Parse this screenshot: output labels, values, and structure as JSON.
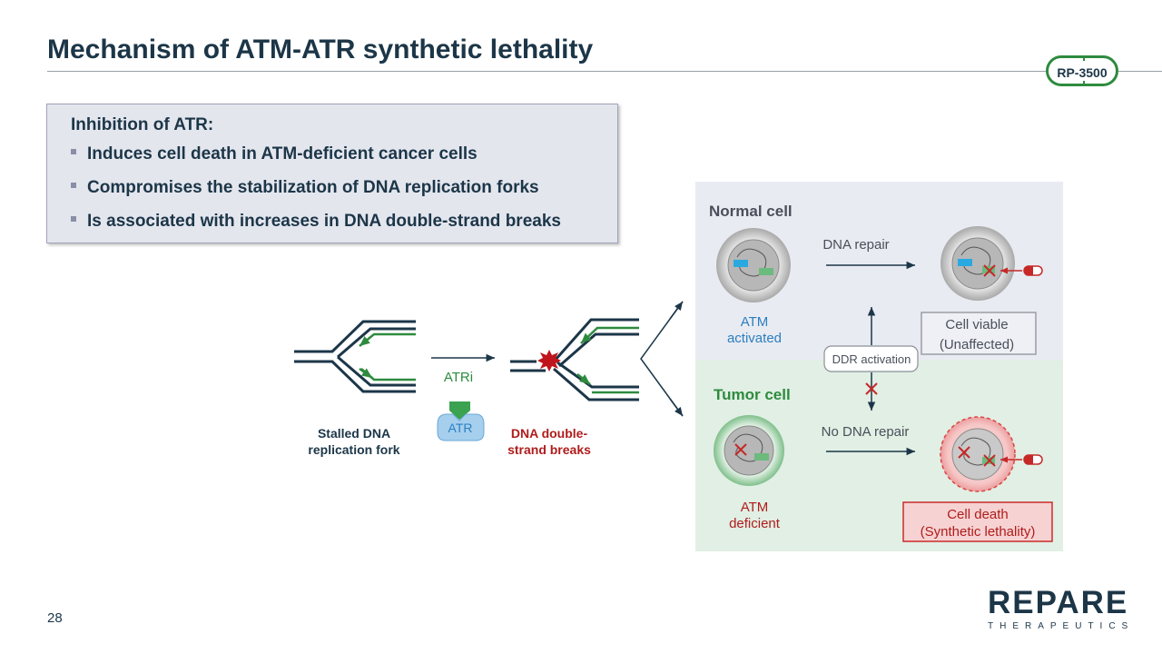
{
  "header": {
    "title": "Mechanism of ATM-ATR synthetic lethality",
    "badge": "RP-3500"
  },
  "summary": {
    "heading": "Inhibition of ATR:",
    "bullets": [
      "Induces cell death in ATM-deficient cancer cells",
      "Compromises the stabilization of DNA replication forks",
      "Is associated with increases in DNA double-strand breaks"
    ]
  },
  "diagram": {
    "stalled_fork_line1": "Stalled DNA",
    "stalled_fork_line2": "replication fork",
    "atri_label": "ATRi",
    "atr_label": "ATR",
    "dsb_line1": "DNA double-",
    "dsb_line2": "strand breaks",
    "normal": {
      "title": "Normal cell",
      "repair_label": "DNA repair",
      "atm_line1": "ATM",
      "atm_line2": "activated",
      "outcome_line1": "Cell viable",
      "outcome_line2": "(Unaffected)"
    },
    "ddr_label": "DDR activation",
    "tumor": {
      "title": "Tumor cell",
      "repair_label": "No DNA repair",
      "atm_line1": "ATM",
      "atm_line2": "deficient",
      "outcome_line1": "Cell death",
      "outcome_line2": "(Synthetic lethality)"
    }
  },
  "footer": {
    "page_number": "28",
    "logo_word": "REPARE",
    "logo_sub": "THERAPEUTICS"
  },
  "colors": {
    "navy": "#1c3648",
    "green": "#2e8b3e",
    "red": "#b01c1c",
    "blue": "#2a7fc0",
    "normal_panel": "#e9ebf2",
    "tumor_panel": "#e1efe4"
  }
}
